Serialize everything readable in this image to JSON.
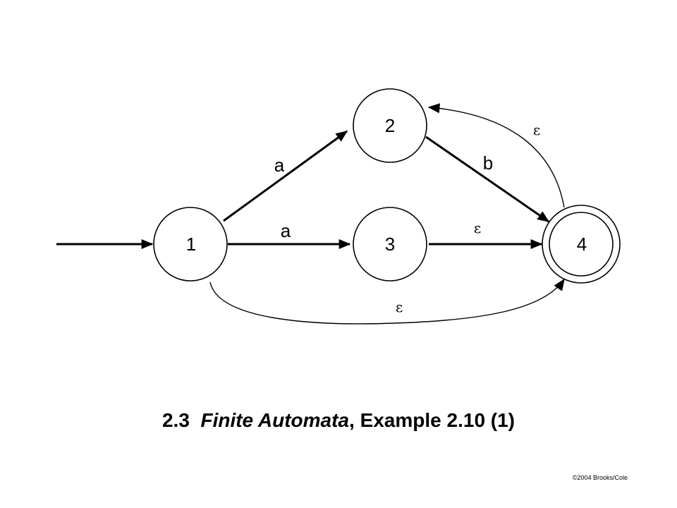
{
  "states": [
    {
      "id": "state-1",
      "label": "1"
    },
    {
      "id": "state-2",
      "label": "2"
    },
    {
      "id": "state-3",
      "label": "3"
    },
    {
      "id": "state-4",
      "label": "4",
      "accepting": true
    }
  ],
  "start_state": "1",
  "transitions": [
    {
      "from": "1",
      "to": "2",
      "label": "a"
    },
    {
      "from": "1",
      "to": "3",
      "label": "a"
    },
    {
      "from": "2",
      "to": "4",
      "label": "b"
    },
    {
      "from": "3",
      "to": "4",
      "label": "ε"
    },
    {
      "from": "4",
      "to": "2",
      "label": "ε"
    },
    {
      "from": "1",
      "to": "4",
      "label": "ε"
    }
  ],
  "caption": {
    "number": "2.3",
    "topic": "Finite Automata",
    "separator": ",",
    "rest": "Example 2.10 (1)"
  },
  "copyright": "©2004 Brooks/Cole"
}
